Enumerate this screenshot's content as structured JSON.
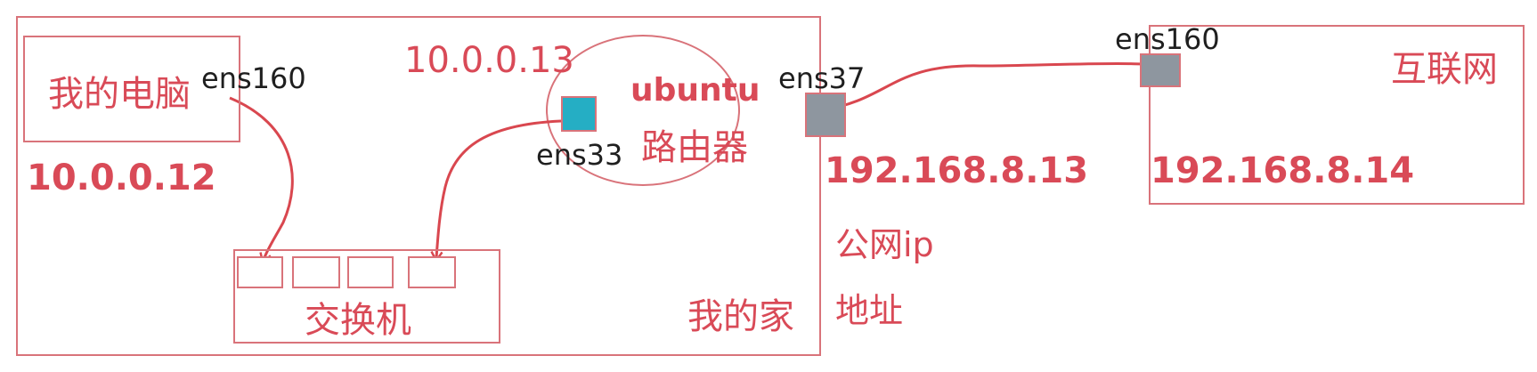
{
  "colors": {
    "line": "#d9474f",
    "border": "#d9737a",
    "text": "#d94a57",
    "port_teal": "#25aec4",
    "port_gray": "#8e969f"
  },
  "home": {
    "label": "我的家",
    "computer": {
      "label": "我的电脑",
      "ip": "10.0.0.12",
      "iface": "ens160"
    },
    "switch": {
      "label": "交换机"
    },
    "router": {
      "name": "ubuntu",
      "label": "路由器",
      "lan_ip": "10.0.0.13",
      "lan_iface": "ens33",
      "wan_iface": "ens37",
      "wan_ip": "192.168.8.13"
    }
  },
  "public_ip_label_1": "公网ip",
  "public_ip_label_2": "地址",
  "internet": {
    "label": "互联网",
    "iface": "ens160",
    "ip": "192.168.8.14"
  }
}
